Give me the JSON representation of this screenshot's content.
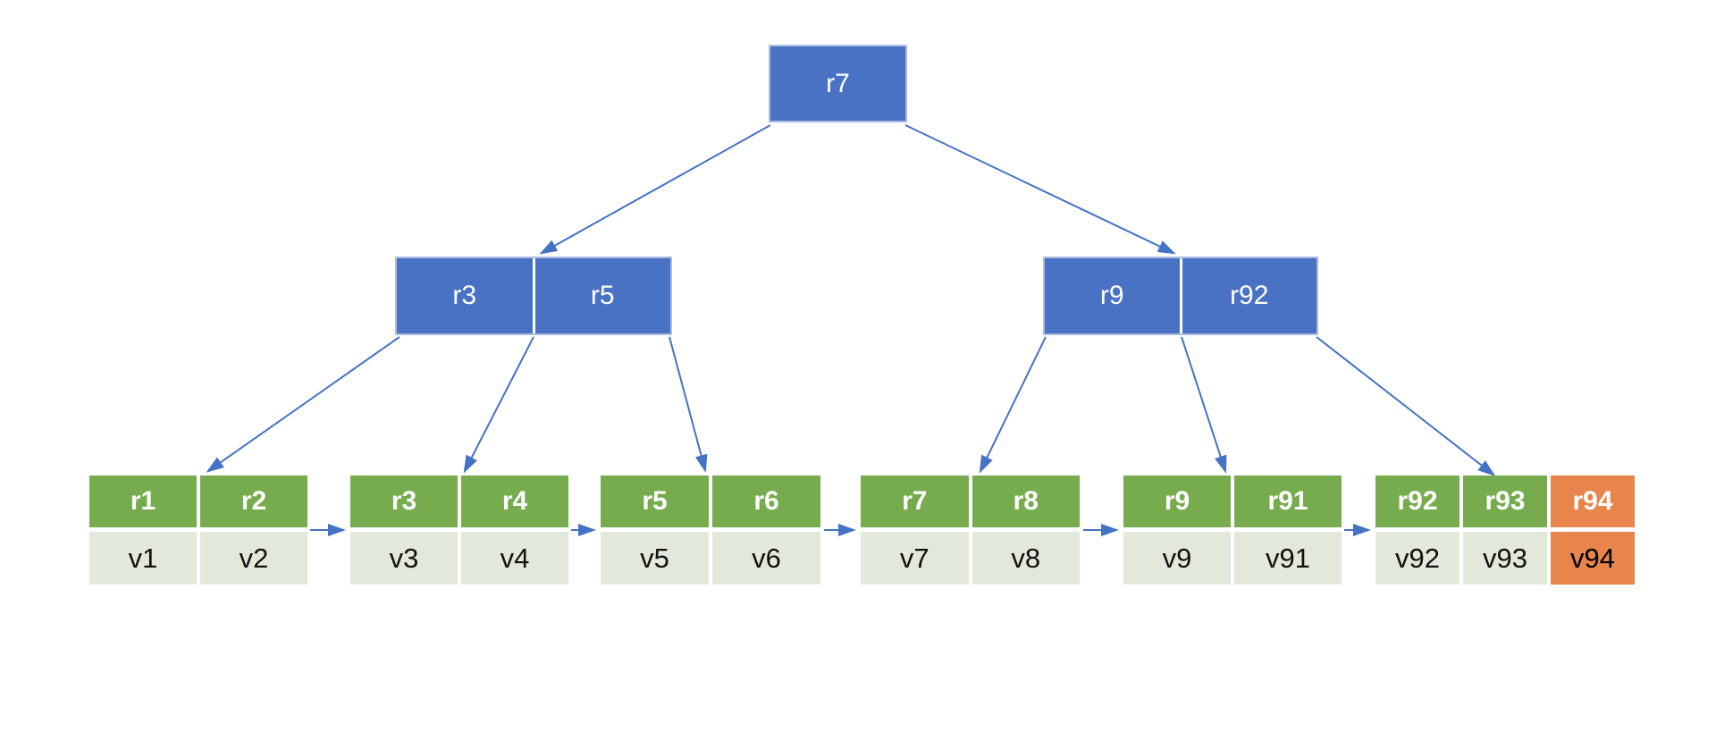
{
  "diagram": {
    "title": "b-plus-tree-diagram",
    "type": "b+tree",
    "colors": {
      "node_blue": "#4A72C4",
      "node_blue_border": "#A9BBE0",
      "leaf_key_green": "#76AC4E",
      "leaf_value_green": "#E2E9DA",
      "highlight_orange": "#E7854C",
      "arrow_blue": "#4472C4",
      "key_text": "#ffffff",
      "value_text": "#111111"
    }
  },
  "nodes": {
    "root": {
      "k0": "r7"
    },
    "left": {
      "k0": "r3",
      "k1": "r5"
    },
    "right": {
      "k0": "r9",
      "k1": "r92"
    }
  },
  "leaves": [
    {
      "k": [
        "r1",
        "r2"
      ],
      "v": [
        "v1",
        "v2"
      ]
    },
    {
      "k": [
        "r3",
        "r4"
      ],
      "v": [
        "v3",
        "v4"
      ]
    },
    {
      "k": [
        "r5",
        "r6"
      ],
      "v": [
        "v5",
        "v6"
      ]
    },
    {
      "k": [
        "r7",
        "r8"
      ],
      "v": [
        "v7",
        "v8"
      ]
    },
    {
      "k": [
        "r9",
        "r91"
      ],
      "v": [
        "v9",
        "v91"
      ]
    },
    {
      "k": [
        "r92",
        "r93",
        "r94"
      ],
      "v": [
        "v92",
        "v93",
        "v94"
      ]
    }
  ]
}
